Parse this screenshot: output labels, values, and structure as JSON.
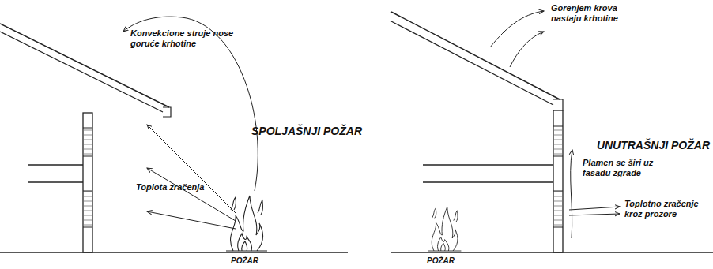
{
  "diagram": {
    "labels": [
      "Konvekcione struje nose goruće krhotine",
      "SPOLJAŠNJI POŽAR",
      "Toplota zračenja",
      "POŽAR",
      "Gorenjem krova nastaju krhotine",
      "UNUTRAŠNJI POŽAR",
      "Plamen se širi uz fasadu zgrade",
      "Toplotno zračenje kroz prozore",
      "POŽAR"
    ]
  }
}
